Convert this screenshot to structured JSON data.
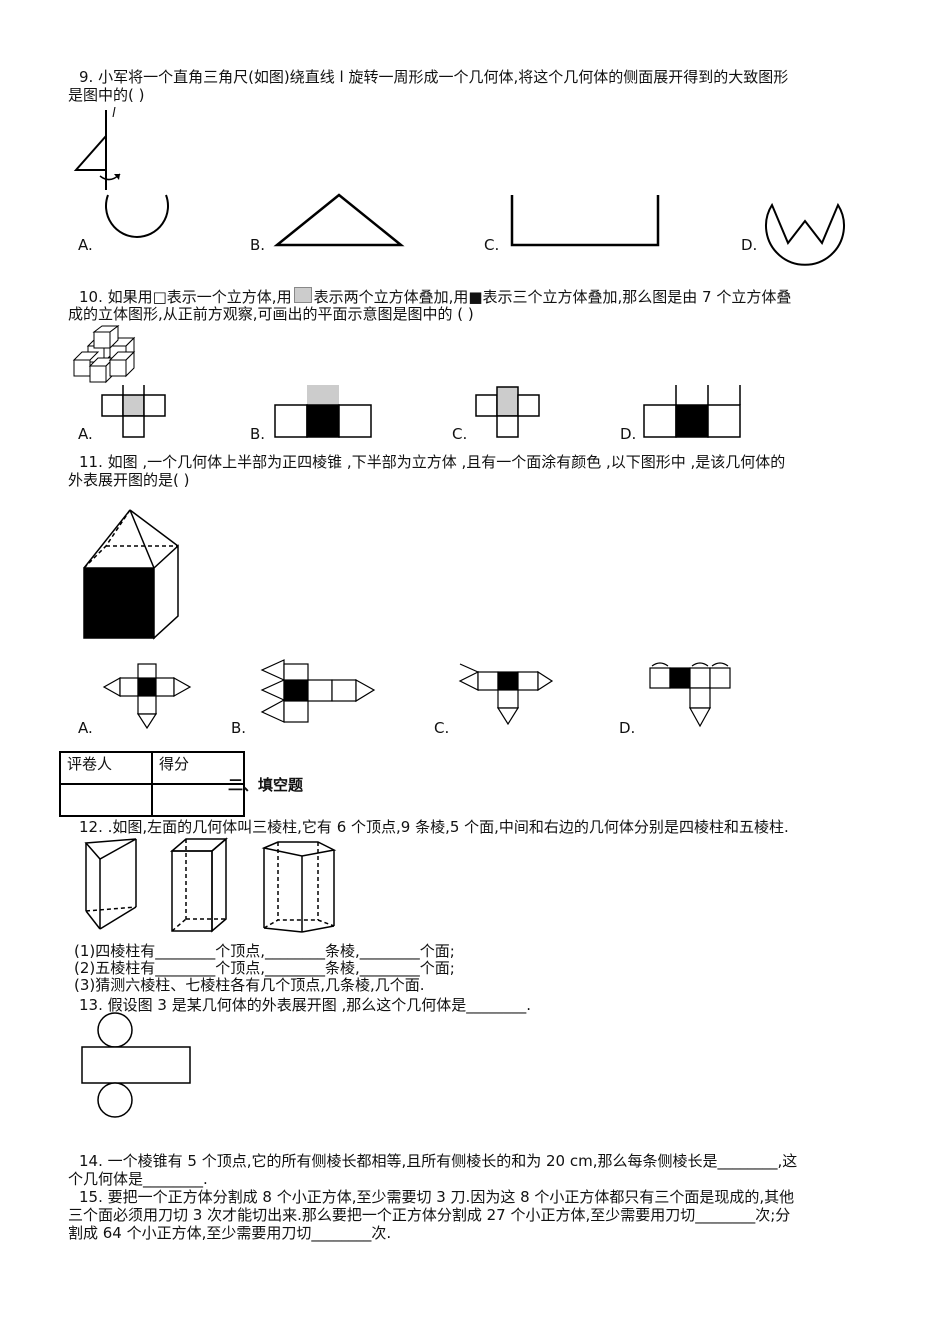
{
  "q9": {
    "line1": "9. 小军将一个直角三角尺(如图)绕直线 l 旋转一周形成一个几何体,将这个几何体的侧面展开得到的大致图形",
    "line2": "是图中的(        )",
    "axis_label": "l",
    "options": [
      "A.",
      "B.",
      "C.",
      "D."
    ]
  },
  "q10": {
    "line1_a": "10. 如果用□表示一个立方体,用",
    "line1_b": "表示两个立方体叠加,用■表示三个立方体叠加,那么图是由 7 个立方体叠",
    "line2": "成的立体图形,从正前方观察,可画出的平面示意图是图中的        (        )",
    "options": [
      "A.",
      "B.",
      "C.",
      "D."
    ]
  },
  "q11": {
    "line1": "11. 如图 ,一个几何体上半部为正四棱锥 ,下半部为立方体 ,且有一个面涂有颜色 ,以下图形中 ,是该几何体的",
    "line2": "外表展开图的是(        )",
    "options": [
      "A.",
      "B.",
      "C.",
      "D."
    ]
  },
  "score_table": {
    "reviewer": "评卷人",
    "score": "得分"
  },
  "section_title": "二、填空题",
  "q12": {
    "line1": "12. .如图,左面的几何体叫三棱柱,它有 6 个顶点,9 条棱,5 个面,中间和右边的几何体分别是四棱柱和五棱柱.",
    "sub1": "(1)四棱柱有________个顶点,________条棱,________个面;",
    "sub2": "(2)五棱柱有________个顶点,________条棱,________个面;",
    "sub3": "(3)猜测六棱柱、七棱柱各有几个顶点,几条棱,几个面."
  },
  "q13": {
    "line1": "13. 假设图 3 是某几何体的外表展开图 ,那么这个几何体是________."
  },
  "q14": {
    "line1": "14. 一个棱锥有 5 个顶点,它的所有侧棱长都相等,且所有侧棱长的和为 20 cm,那么每条侧棱长是________,这",
    "line2": "个几何体是________."
  },
  "q15": {
    "line1": "15. 要把一个正方体分割成 8 个小正方体,至少需要切 3 刀.因为这 8 个小正方体都只有三个面是现成的,其他",
    "line2": "三个面必须用刀切 3 次才能切出来.那么要把一个正方体分割成 27 个小正方体,至少需要用刀切________次;分",
    "line3": "割成 64 个小正方体,至少需要用刀切________次."
  }
}
